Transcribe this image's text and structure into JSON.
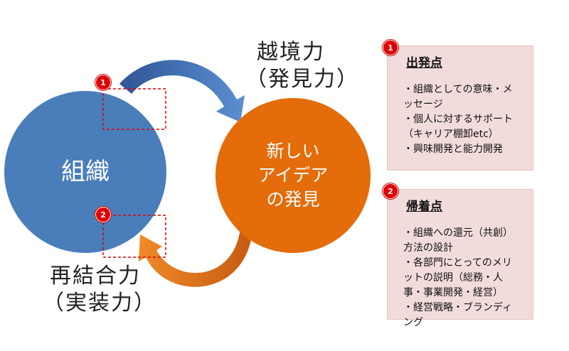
{
  "diagram": {
    "left_circle_label": "組織",
    "right_circle_label_lines": [
      "新しい",
      "アイデア",
      "の発見"
    ],
    "top_arrow_label_lines": [
      "越境力",
      "（発見力）"
    ],
    "bottom_arrow_label_lines": [
      "再結合力",
      "（実装力）"
    ],
    "marker_top": "1",
    "marker_bottom": "2"
  },
  "panels": [
    {
      "badge": "1",
      "title": "出発点",
      "items": [
        "・組織としての意味・メッセージ",
        "・個人に対するサポート（キャリア棚卸etc）",
        "・興味開発と能力開発"
      ]
    },
    {
      "badge": "2",
      "title": "帰着点",
      "items": [
        "・組織への還元（共創）方法の設計",
        "・各部門にとってのメリットの説明（総務・人事・事業開発・経営）",
        "・経営戦略・ブランディング"
      ]
    }
  ],
  "colors": {
    "left_circle": "#4a7ebb",
    "right_circle": "#e46c0a",
    "top_arrow": "#4f81bd",
    "bottom_arrow": "#e46c0a",
    "marker": "#e00000",
    "panel_bg": "#f2dcdb"
  }
}
